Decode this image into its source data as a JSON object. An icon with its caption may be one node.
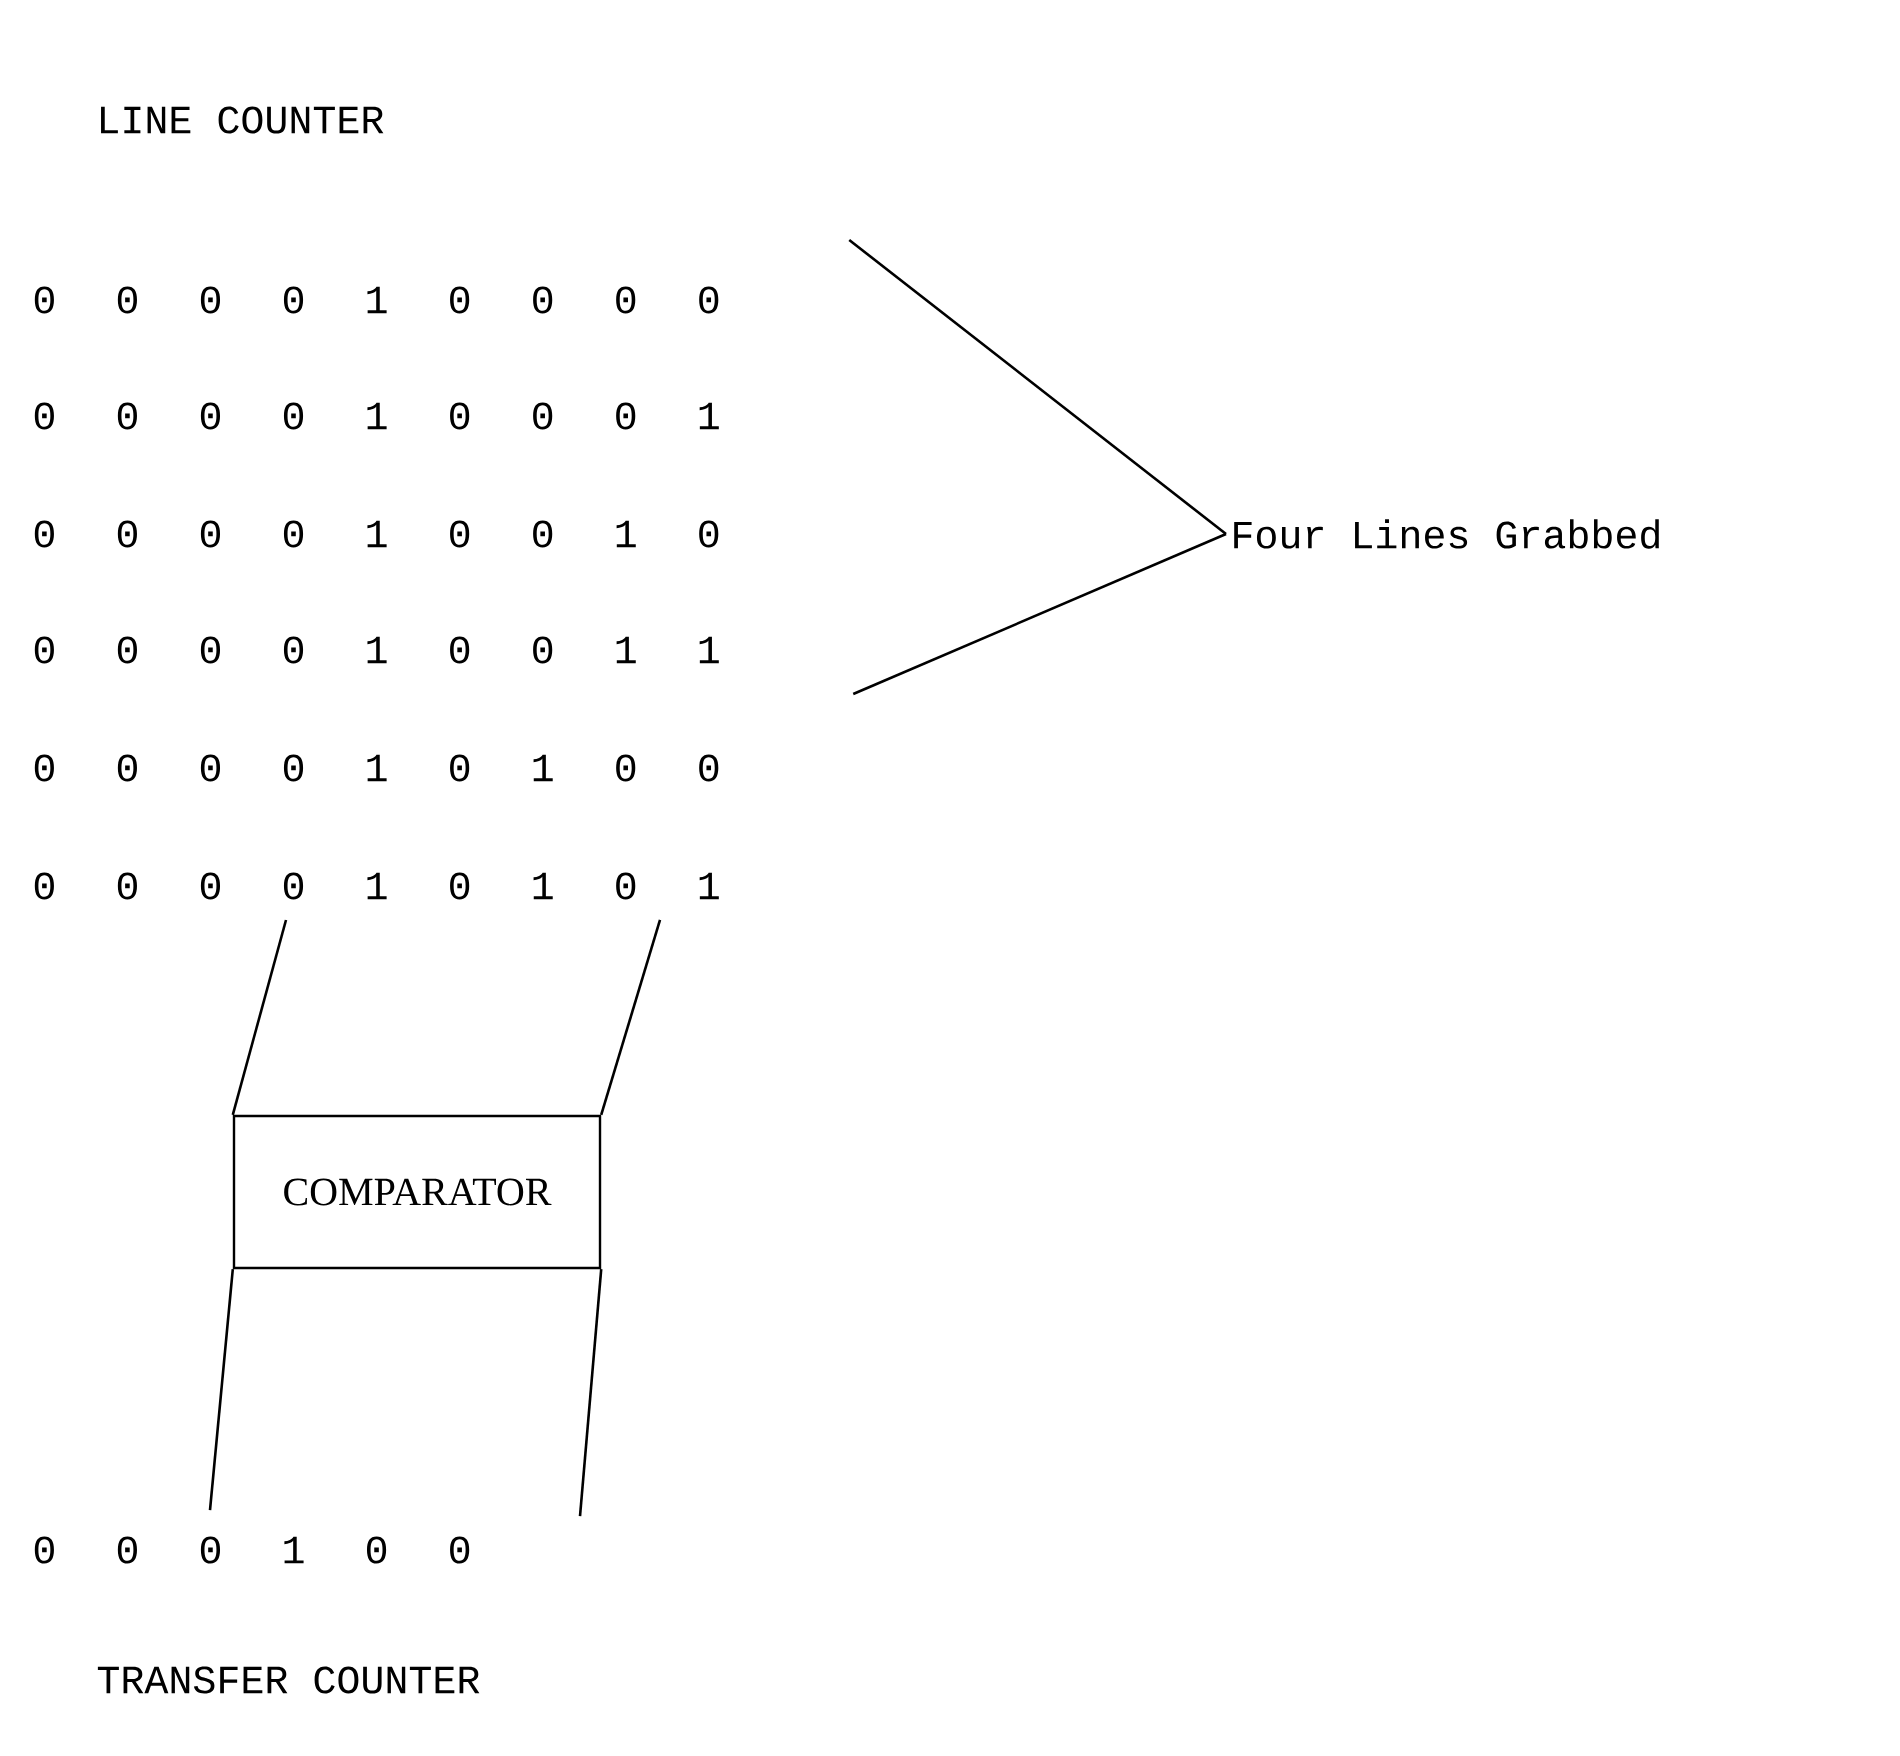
{
  "diagram": {
    "nodes": [
      {
        "text": [
          "0 0 0 0 1 0 0 0 0"
        ]
      },
      {
        "text": [
          "0 0 0 0 1 0 0 0 1"
        ]
      },
      {
        "text": [
          "0 0 0 0 1 0 0 1 0"
        ]
      },
      {
        "text": [
          "0 0 0 0 1 0 0 1 1"
        ]
      },
      {
        "text": [
          "0 0 0 0 1 0 1 0 0"
        ]
      },
      {
        "text": [
          "0 0 0 0 1 0 1 0 1"
        ]
      },
      {
        "text": [
          "Four Lines Grabbed"
        ]
      },
      {
        "text": [
          "COMPARATOR"
        ]
      },
      {
        "text": [
          "0 0 0 1 0 0"
        ]
      }
    ],
    "edges": [
      {
        "from": 0,
        "to": 6,
        "arrow": "none"
      },
      {
        "from": 3,
        "to": 6,
        "arrow": "none"
      },
      {
        "from": 5,
        "to": 7,
        "arrow": "none"
      },
      {
        "from": 5,
        "to": 7,
        "arrow": "none"
      },
      {
        "from": 7,
        "to": 8,
        "arrow": "none"
      },
      {
        "from": 7,
        "to": 8,
        "arrow": "none"
      }
    ],
    "labels": [
      "LINE COUNTER",
      "TRANSFER COUNTER"
    ]
  }
}
